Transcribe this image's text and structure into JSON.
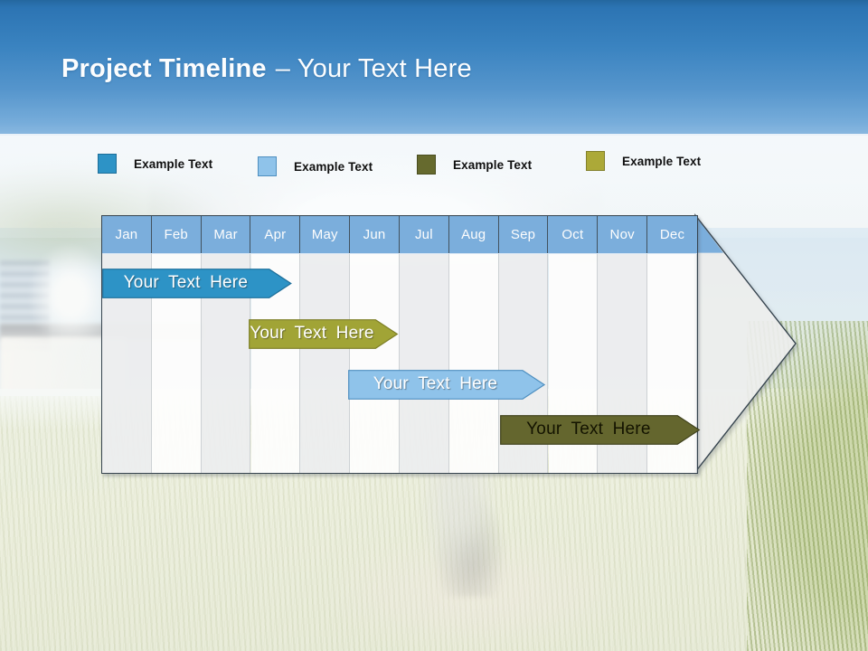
{
  "title": {
    "bold": "Project Timeline",
    "rest": "– Your Text Here"
  },
  "legend": {
    "items": [
      {
        "label": "Example Text",
        "color": "#2D93C6",
        "border": "#1D6E99"
      },
      {
        "label": "Example Text",
        "color": "#8FC3EA",
        "border": "#4E8FC0"
      },
      {
        "label": "Example Text",
        "color": "#666A2E",
        "border": "#4A4E20"
      },
      {
        "label": "Example Text",
        "color": "#ACA938",
        "border": "#82802A"
      }
    ]
  },
  "timeline": {
    "months": [
      "Jan",
      "Feb",
      "Mar",
      "Apr",
      "May",
      "Jun",
      "Jul",
      "Aug",
      "Sep",
      "Oct",
      "Nov",
      "Dec"
    ],
    "header_color": "#7BAEDC",
    "bars": [
      {
        "label": "Your Text Here",
        "row": 0,
        "start": 0.0,
        "end": 3.37,
        "start_month": "Jan",
        "end_month": "Apr",
        "fill": "#2D93C6",
        "border": "#1D6E99",
        "text_color": "#FFFFFF"
      },
      {
        "label": "Your Text Here",
        "row": 1,
        "start": 2.95,
        "end": 5.51,
        "start_month": "Apr",
        "end_month": "Jun",
        "fill": "#A1A436",
        "border": "#7D7F27",
        "text_color": "#FFFFFF"
      },
      {
        "label": "Your Text Here",
        "row": 2,
        "start": 4.96,
        "end": 8.48,
        "start_month": "Jun",
        "end_month": "Sep",
        "fill": "#8FC3EA",
        "border": "#4E8FC0",
        "text_color": "#FFFFFF"
      },
      {
        "label": "Your Text Here",
        "row": 3,
        "start": 8.02,
        "end": 11.6,
        "start_month": "Sep",
        "end_month": "Dec",
        "fill": "#64662E",
        "border": "#3F411C",
        "text_color": "#131300"
      }
    ]
  }
}
